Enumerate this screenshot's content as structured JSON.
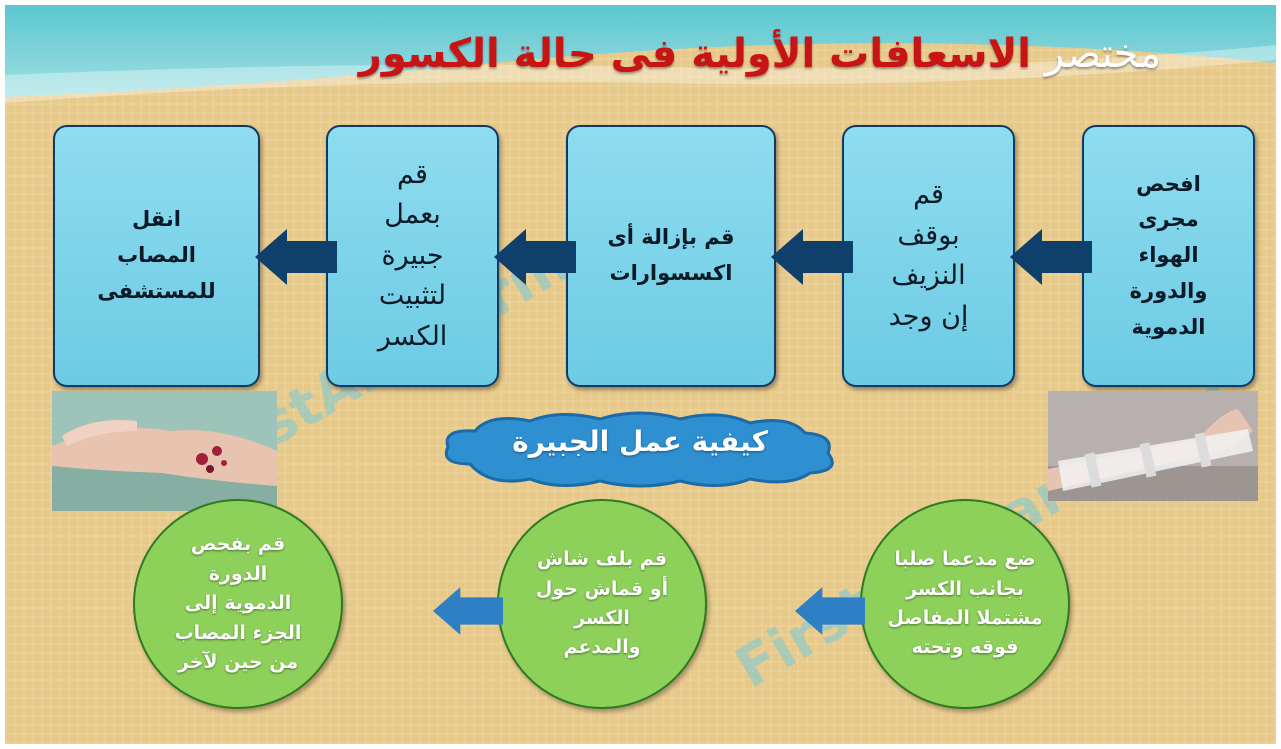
{
  "title": {
    "light": "مختصر",
    "red": "الاسعافات الأولية فى حالة الكسور"
  },
  "steps": [
    {
      "text": "افحص\nمجرى\nالهواء\nوالدورة\nالدموية"
    },
    {
      "text": "قم\nبوقف\nالنزيف\nإن وجد"
    },
    {
      "text": "قم بإزالة أى\nاكسسوارات"
    },
    {
      "text": "قم\nبعمل\nجبيرة\nلتثبيت\nالكسر"
    },
    {
      "text": "انقل\nالمصاب\nللمستشفى"
    }
  ],
  "cloud": {
    "text": "كيفية عمل الجبيرة"
  },
  "splint_steps": [
    {
      "text": "ضع مدعما صلبا\nبجانب الكسر\nمشتملا المفاصل\nفوقه وتحته"
    },
    {
      "text": "قم بلف شاش\nأو قماش حول\nالكسر\nوالمدعم"
    },
    {
      "text": "قم بفحص\nالدورة\nالدموية إلى\nالجزء المصاب\nمن حين لآخر"
    }
  ],
  "watermark": "FirstAidlearn.com",
  "colors": {
    "box": "#79d2e8",
    "box_border": "#103a63",
    "arrow": "#0f3f6b",
    "circle": "#8ed15a",
    "title_red": "#c81414",
    "bg": "#e7c98a"
  }
}
